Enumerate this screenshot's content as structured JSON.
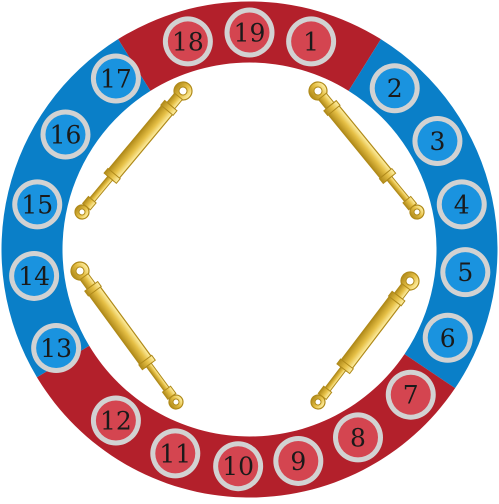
{
  "colors": {
    "red_sector": "#b3202b",
    "blue_sector": "#0a7fc8",
    "red_circle_fill": "#d44550",
    "blue_circle_fill": "#1a93df",
    "circle_ring": "#d2d2d2",
    "cylinder_body": "#e6c046",
    "cylinder_dark": "#b08a1a",
    "number_text": "#1a1a1a"
  },
  "ports": [
    {
      "id": "1",
      "group": "red-top"
    },
    {
      "id": "2",
      "group": "blue"
    },
    {
      "id": "3",
      "group": "blue"
    },
    {
      "id": "4",
      "group": "blue"
    },
    {
      "id": "5",
      "group": "blue"
    },
    {
      "id": "6",
      "group": "blue"
    },
    {
      "id": "7",
      "group": "red-bottom"
    },
    {
      "id": "8",
      "group": "red-bottom"
    },
    {
      "id": "9",
      "group": "red-bottom"
    },
    {
      "id": "10",
      "group": "red-bottom"
    },
    {
      "id": "11",
      "group": "red-bottom"
    },
    {
      "id": "12",
      "group": "red-bottom"
    },
    {
      "id": "13",
      "group": "blue"
    },
    {
      "id": "14",
      "group": "blue"
    },
    {
      "id": "15",
      "group": "blue"
    },
    {
      "id": "16",
      "group": "blue"
    },
    {
      "id": "17",
      "group": "blue"
    },
    {
      "id": "18",
      "group": "red-top"
    },
    {
      "id": "19",
      "group": "red-top"
    }
  ],
  "cylinders": [
    {
      "id": "top-left"
    },
    {
      "id": "top-right"
    },
    {
      "id": "bottom-left"
    },
    {
      "id": "bottom-right"
    }
  ]
}
